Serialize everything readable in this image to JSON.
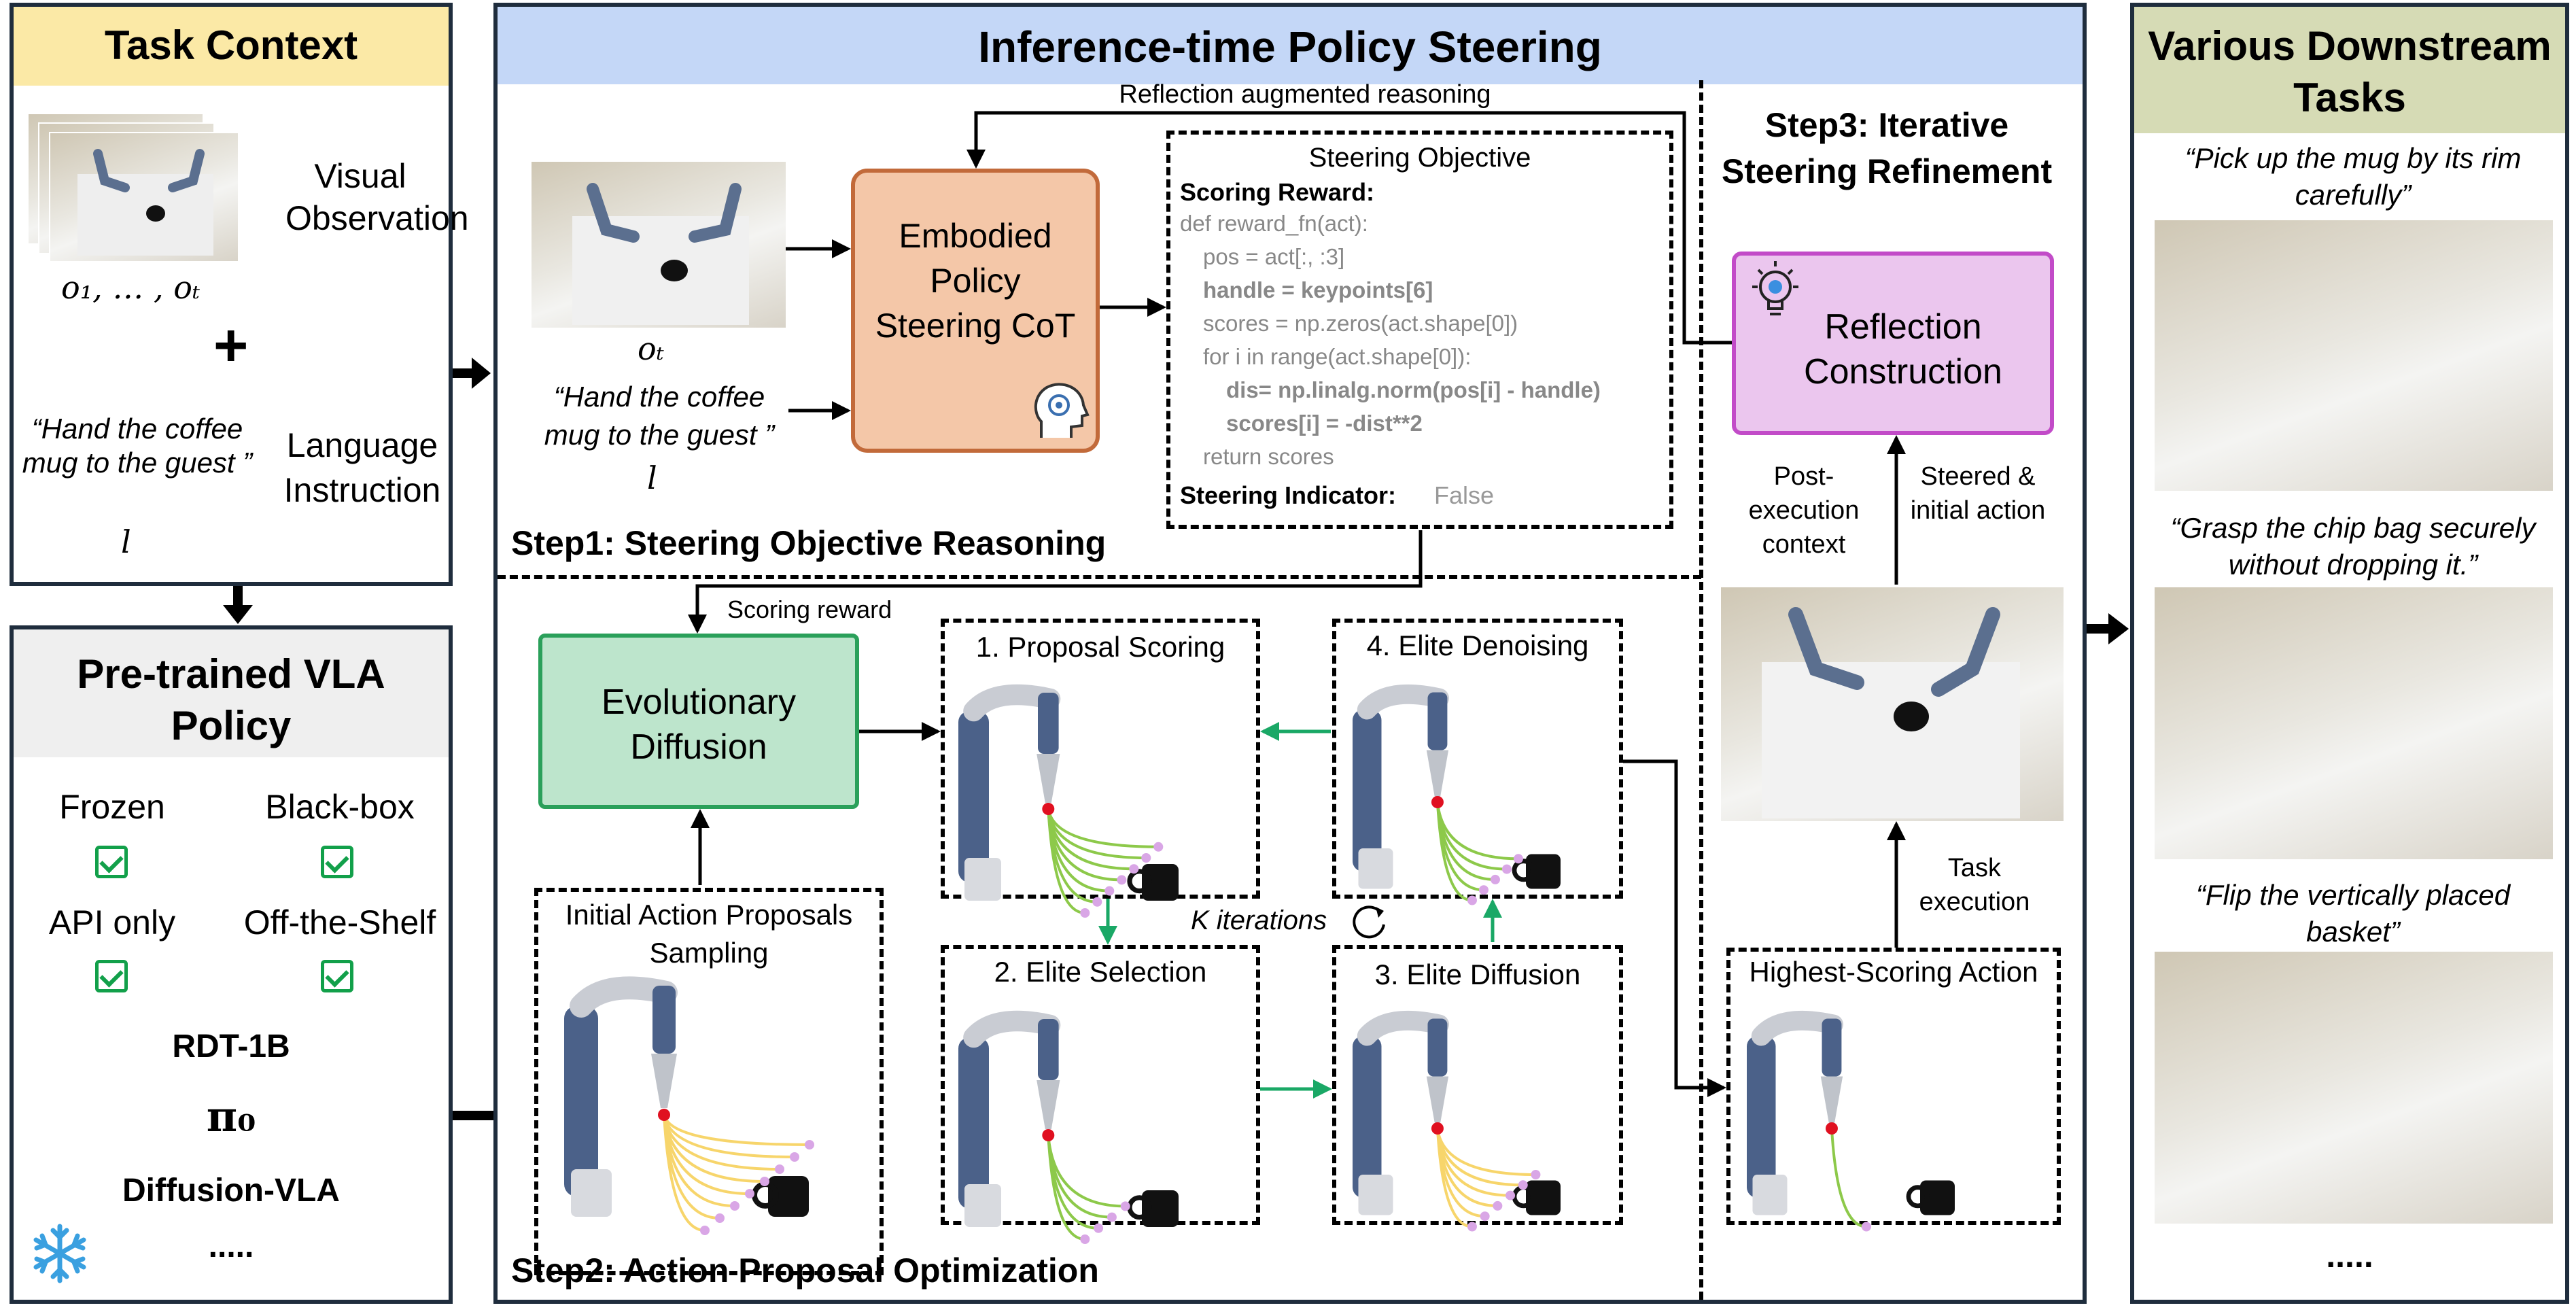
{
  "colors": {
    "task_header": "#fbe9a6",
    "inference_header": "#c4d7f7",
    "various_header": "#d6dbb5",
    "vla_header": "#efefef",
    "cot_fill": "#f4c7a8",
    "cot_border": "#c26a3a",
    "evo_fill": "#bde5cc",
    "evo_border": "#2aa05a",
    "reflection_fill": "#ebc6ee",
    "reflection_border": "#c24bc8",
    "green_arrow": "#1aa866",
    "trajectory_yellow": "#f7d56b",
    "trajectory_green": "#8dc94a",
    "gripper_point": "#e01020",
    "endpoint": "#d9a6e6"
  },
  "task_context": {
    "title": "Task Context",
    "visual_label": "Visual Observation",
    "obs_sequence": "o₁, … , oₜ",
    "plus": "+",
    "instruction_quote": "“Hand the coffee mug to the guest ”",
    "instruction_symbol": "l",
    "language_label": "Language Instruction"
  },
  "vla_policy": {
    "title": "Pre-trained VLA Policy",
    "props": [
      "Frozen",
      "Black-box",
      "API only",
      "Off-the-Shelf"
    ],
    "models": [
      "RDT-1B",
      "π₀",
      "Diffusion-VLA",
      "....."
    ],
    "snowflake_icon": "snowflake-icon"
  },
  "inference": {
    "title": "Inference-time Policy Steering",
    "reflection_reasoning": "Reflection augmented reasoning",
    "step1": {
      "label": "Step1: Steering Objective Reasoning",
      "obs_symbol": "oₜ",
      "instruction_quote": "“Hand the coffee mug to the guest ”",
      "instruction_symbol": "l",
      "cot_label": "Embodied Policy Steering CoT",
      "objective_title": "Steering Objective",
      "scoring_reward_label": "Scoring Reward:",
      "code_lines": [
        {
          "text": "def reward_fn(act):",
          "bold": false,
          "indent": 0
        },
        {
          "text": "pos = act[:, :3]",
          "bold": false,
          "indent": 1
        },
        {
          "text": "handle = keypoints[6]",
          "bold": true,
          "indent": 1
        },
        {
          "text": "scores = np.zeros(act.shape[0])",
          "bold": false,
          "indent": 1
        },
        {
          "text": "for i in range(act.shape[0]):",
          "bold": false,
          "indent": 1
        },
        {
          "text": "dis= np.linalg.norm(pos[i] - handle)",
          "bold": true,
          "indent": 2
        },
        {
          "text": "scores[i] = -dist**2",
          "bold": true,
          "indent": 2
        },
        {
          "text": "return scores",
          "bold": false,
          "indent": 1
        }
      ],
      "indicator_label": "Steering  Indicator:",
      "indicator_value": "False"
    },
    "step2": {
      "label": "Step2: Action Proposal Optimization",
      "scoring_reward": "Scoring reward",
      "evo_label": "Evolutionary Diffusion",
      "initial_sampling": "Initial Action Proposals Sampling",
      "proposal_scoring": "1. Proposal Scoring",
      "elite_selection": "2. Elite Selection",
      "elite_diffusion": "3. Elite Diffusion",
      "elite_denoising": "4. Elite Denoising",
      "iterations": "K iterations"
    },
    "step3": {
      "label": "Step3: Iterative Steering Refinement",
      "reflection_label": "Reflection Construction",
      "post_execution": "Post-execution context",
      "steered_initial": "Steered & initial action",
      "task_execution": "Task execution",
      "highest_scoring": "Highest-Scoring Action"
    }
  },
  "downstream": {
    "title": "Various Downstream Tasks",
    "tasks": [
      "“Pick up the mug by its rim carefully”",
      "“Grasp the chip bag securely without dropping it.”",
      "“Flip the vertically placed basket”"
    ],
    "ellipsis": "....."
  }
}
